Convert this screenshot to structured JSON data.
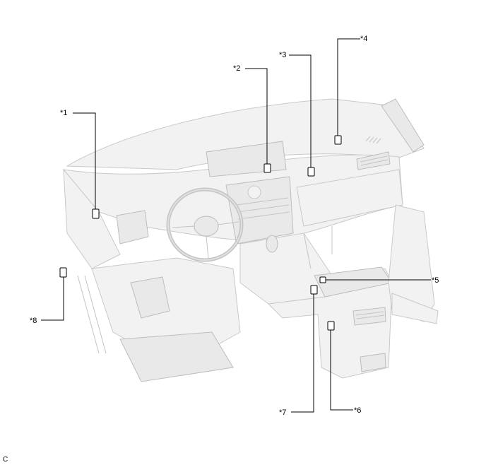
{
  "callouts": [
    {
      "id": "c1",
      "label": "*1"
    },
    {
      "id": "c2",
      "label": "*2"
    },
    {
      "id": "c3",
      "label": "*3"
    },
    {
      "id": "c4",
      "label": "*4"
    },
    {
      "id": "c5",
      "label": "*5"
    },
    {
      "id": "c6",
      "label": "*6"
    },
    {
      "id": "c7",
      "label": "*7"
    },
    {
      "id": "c8",
      "label": "*8"
    }
  ],
  "footer_code": "C"
}
